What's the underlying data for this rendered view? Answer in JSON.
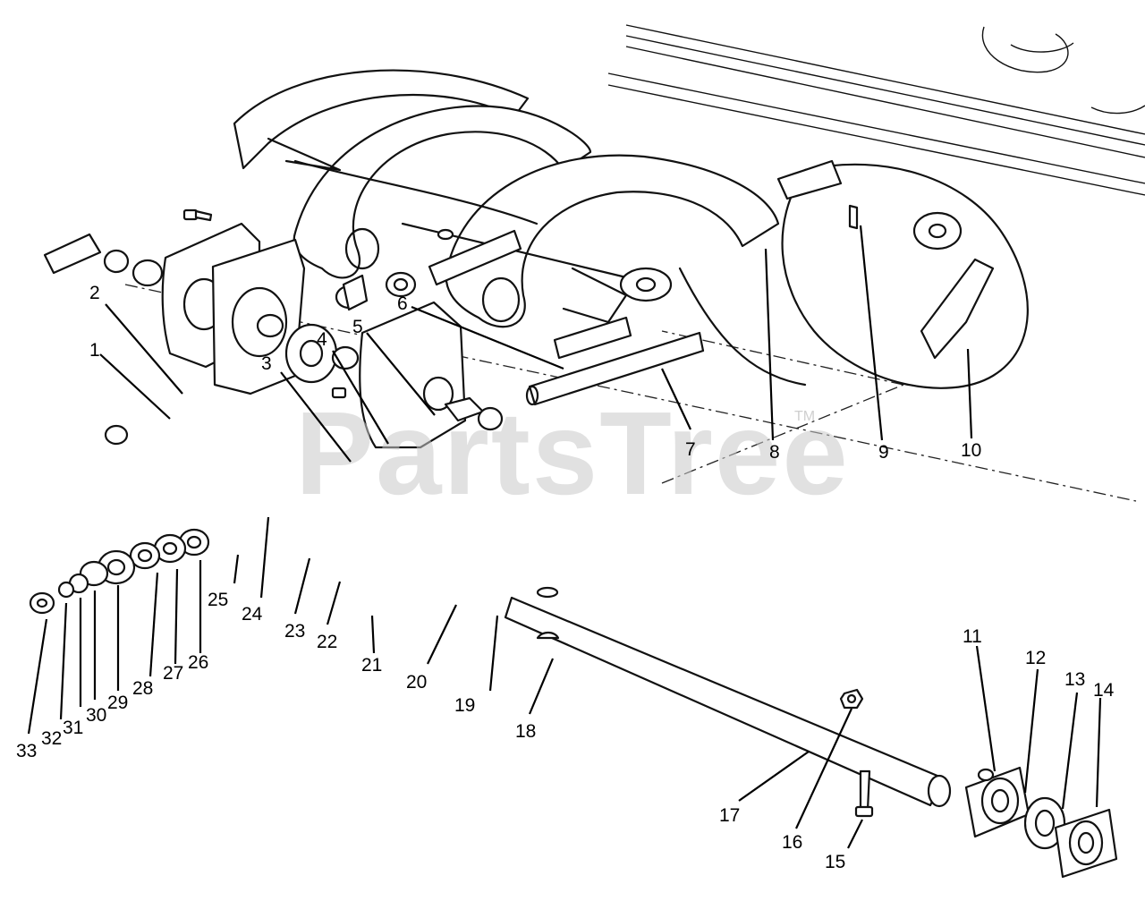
{
  "watermark": {
    "text": "PartsTree",
    "trademark": "TM"
  },
  "callouts": [
    "1",
    "2",
    "3",
    "4",
    "5",
    "6",
    "7",
    "8",
    "9",
    "10",
    "11",
    "12",
    "13",
    "14",
    "15",
    "16",
    "17",
    "18",
    "19",
    "20",
    "21",
    "22",
    "23",
    "24",
    "25",
    "26",
    "27",
    "28",
    "29",
    "30",
    "31",
    "32",
    "33"
  ]
}
